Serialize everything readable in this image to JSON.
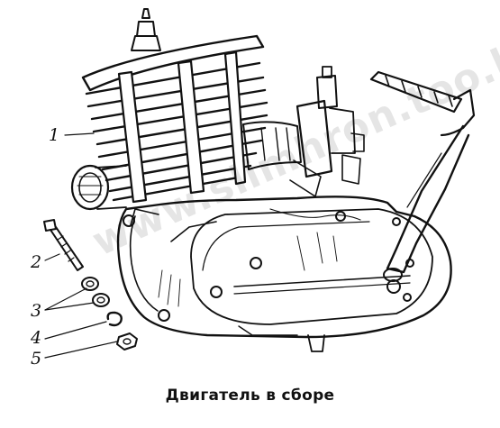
{
  "figure": {
    "caption": "Двигатель в сборе",
    "watermark": "www.slimhron.too.kz",
    "callouts": {
      "c1": "1",
      "c2": "2",
      "c3": "3",
      "c4": "4",
      "c5": "5"
    }
  }
}
